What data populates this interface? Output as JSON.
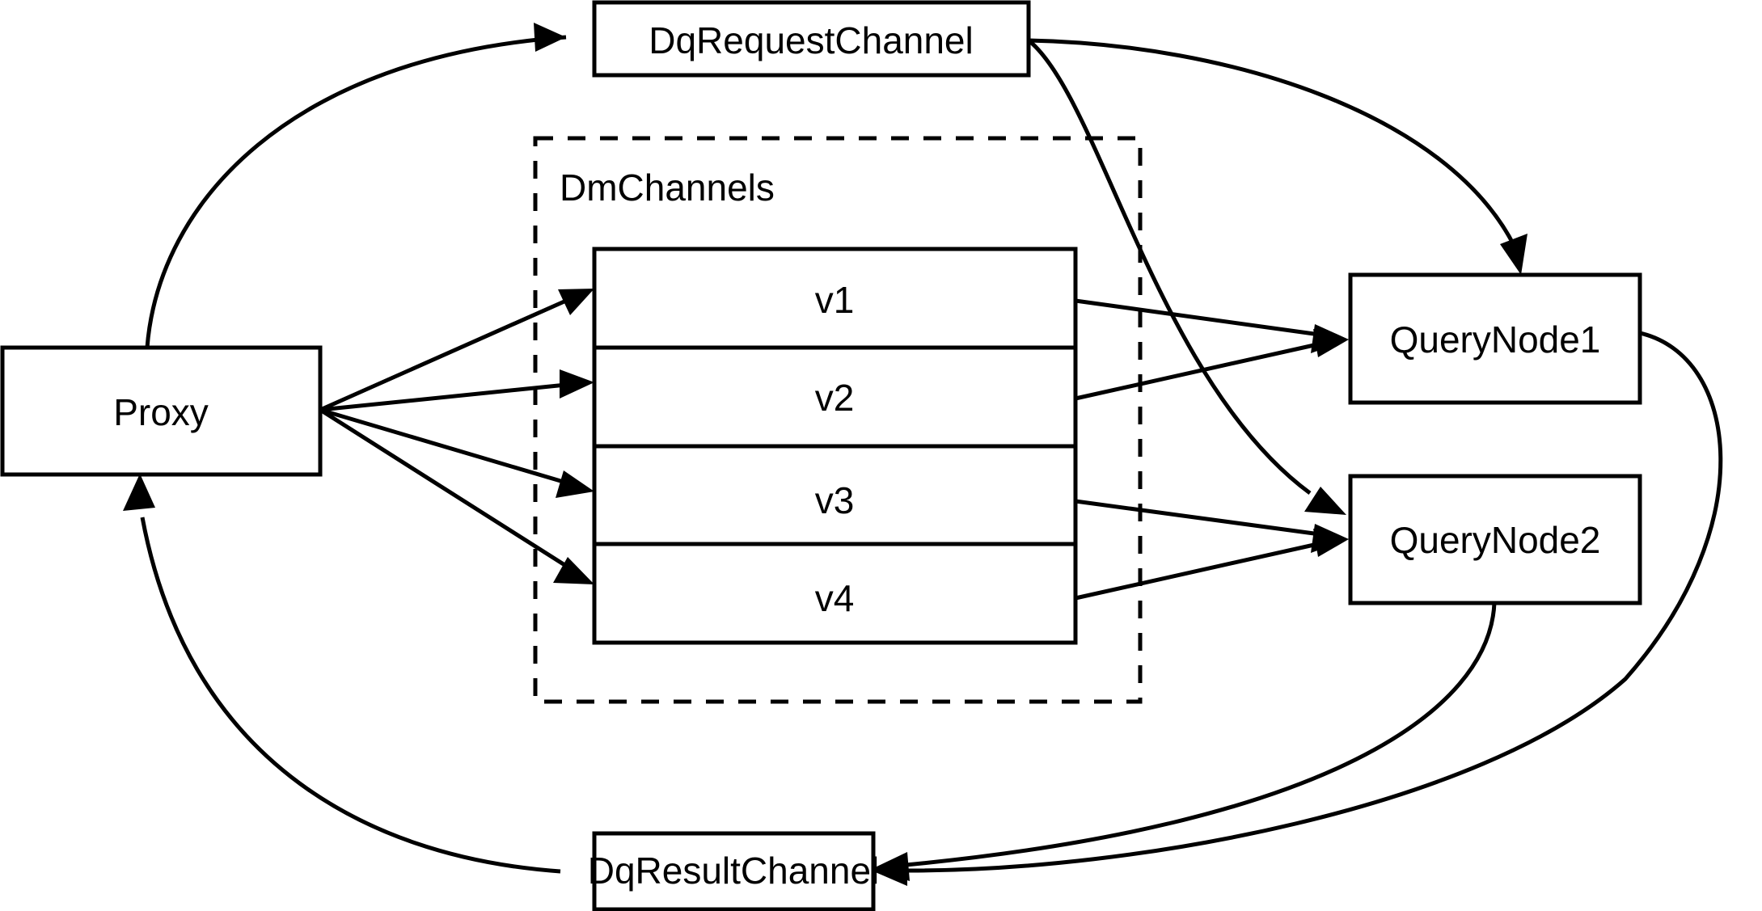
{
  "diagram": {
    "type": "architecture-flow-diagram",
    "title": "Milvus distributed query channel flow",
    "background_color": "#ffffff",
    "line_color": "#000000",
    "text_color": "#000000",
    "nodes": [
      {
        "id": "proxy",
        "label": "Proxy",
        "shape": "rectangle"
      },
      {
        "id": "dq_request_channel",
        "label": "DqRequestChannel",
        "shape": "rectangle"
      },
      {
        "id": "dq_result_channel",
        "label": "DqResultChannel",
        "shape": "rectangle"
      },
      {
        "id": "query_node_1",
        "label": "QueryNode1",
        "shape": "rectangle"
      },
      {
        "id": "query_node_2",
        "label": "QueryNode2",
        "shape": "rectangle"
      }
    ],
    "group": {
      "id": "dm_channels",
      "label": "DmChannels",
      "border_style": "dashed",
      "rows": [
        {
          "id": "v1",
          "label": "v1"
        },
        {
          "id": "v2",
          "label": "v2"
        },
        {
          "id": "v3",
          "label": "v3"
        },
        {
          "id": "v4",
          "label": "v4"
        }
      ]
    },
    "edges": [
      {
        "from": "proxy",
        "to": "dq_request_channel",
        "style": "curved",
        "arrow": true
      },
      {
        "from": "proxy",
        "to": "v1",
        "style": "straight",
        "arrow": true
      },
      {
        "from": "proxy",
        "to": "v2",
        "style": "straight",
        "arrow": true
      },
      {
        "from": "proxy",
        "to": "v3",
        "style": "straight",
        "arrow": true
      },
      {
        "from": "proxy",
        "to": "v4",
        "style": "straight",
        "arrow": true
      },
      {
        "from": "dq_request_channel",
        "to": "query_node_1",
        "style": "curved",
        "arrow": true
      },
      {
        "from": "dq_request_channel",
        "to": "query_node_2",
        "style": "curved",
        "arrow": true
      },
      {
        "from": "v1",
        "to": "query_node_1",
        "style": "straight",
        "arrow": true
      },
      {
        "from": "v2",
        "to": "query_node_1",
        "style": "straight",
        "arrow": true
      },
      {
        "from": "v3",
        "to": "query_node_2",
        "style": "straight",
        "arrow": true
      },
      {
        "from": "v4",
        "to": "query_node_2",
        "style": "straight",
        "arrow": true
      },
      {
        "from": "query_node_1",
        "to": "dq_result_channel",
        "style": "curved",
        "arrow": true
      },
      {
        "from": "query_node_2",
        "to": "dq_result_channel",
        "style": "curved",
        "arrow": true
      },
      {
        "from": "dq_result_channel",
        "to": "proxy",
        "style": "curved",
        "arrow": true
      }
    ]
  }
}
